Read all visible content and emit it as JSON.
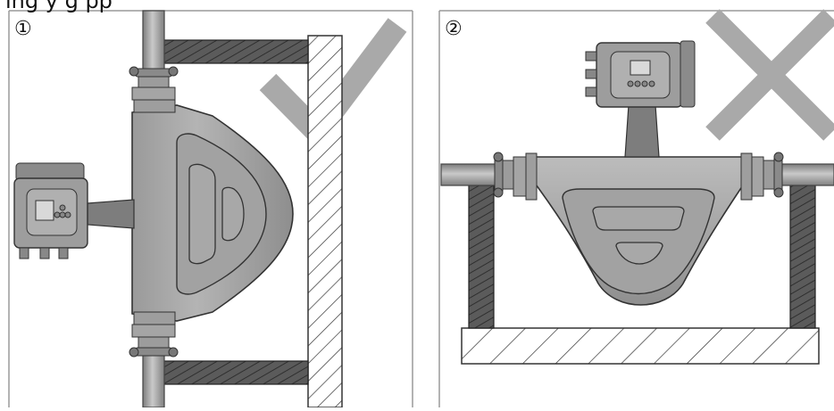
{
  "heading": "ing    y g   pp",
  "panels": [
    {
      "number": "①",
      "status": "correct",
      "status_icon": "check-mark-icon",
      "mark_color": "#a9a9a9"
    },
    {
      "number": "②",
      "status": "incorrect",
      "status_icon": "cross-mark-icon",
      "mark_color": "#a9a9a9"
    }
  ],
  "colors": {
    "meter_body": "#a8a8a8",
    "meter_dark": "#5a5a5a",
    "support_dark": "#4a4a4a",
    "hatch": "#333333",
    "panel_border": "#9a9a9a"
  }
}
